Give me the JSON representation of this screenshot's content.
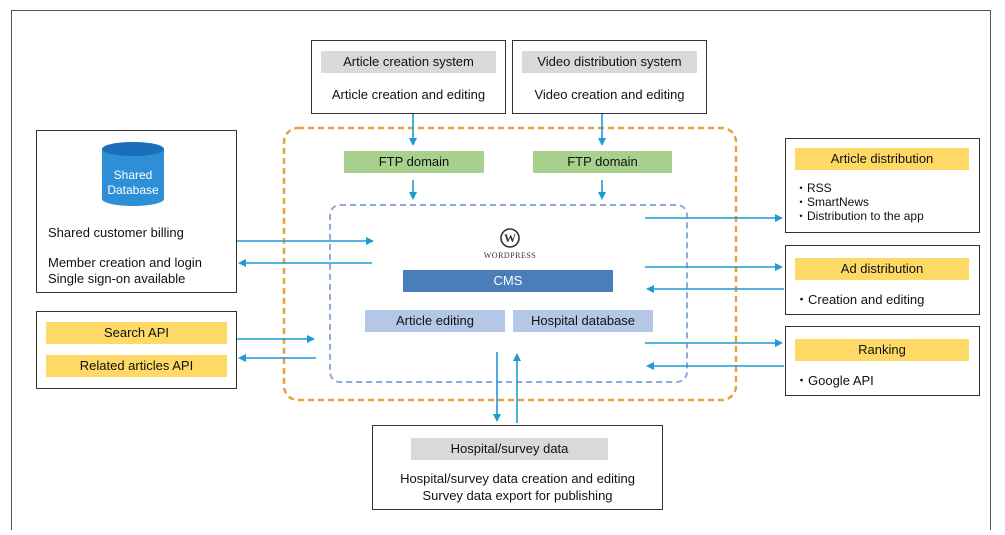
{
  "article_creation": {
    "title": "Article creation system",
    "desc": "Article creation and editing"
  },
  "video_distribution": {
    "title": "Video distribution system",
    "desc": "Video creation and editing"
  },
  "ftp": {
    "left": "FTP domain",
    "right": "FTP domain"
  },
  "shared_db": {
    "icon_label_1": "Shared",
    "icon_label_2": "Database",
    "billing": "Shared customer billing",
    "login_1": "Member creation and login",
    "login_2": "Single sign-on available"
  },
  "apis": {
    "search": "Search API",
    "related": "Related articles API"
  },
  "cms": {
    "logo_text": "WordPress",
    "label": "CMS",
    "article_editing": "Article editing",
    "hospital_db": "Hospital database"
  },
  "article_distribution": {
    "title": "Article distribution",
    "items": [
      "・RSS",
      "・SmartNews",
      "・Distribution to the app"
    ]
  },
  "ad_distribution": {
    "title": "Ad distribution",
    "item": "・Creation and editing"
  },
  "ranking": {
    "title": "Ranking",
    "item": "・Google API"
  },
  "hospital_survey": {
    "title": "Hospital/survey data",
    "line_1": "Hospital/survey data creation and editing",
    "line_2": "Survey data export for publishing"
  },
  "colors": {
    "arrow": "#1e9ad6",
    "orange_border": "#e8a33c",
    "blue_border": "#8ea9db",
    "cms_bar": "#4a7ebb",
    "green": "#a9d18e",
    "yellow": "#ffd966",
    "grey": "#d9d9d9",
    "db_icon": "#2e8fd6"
  }
}
